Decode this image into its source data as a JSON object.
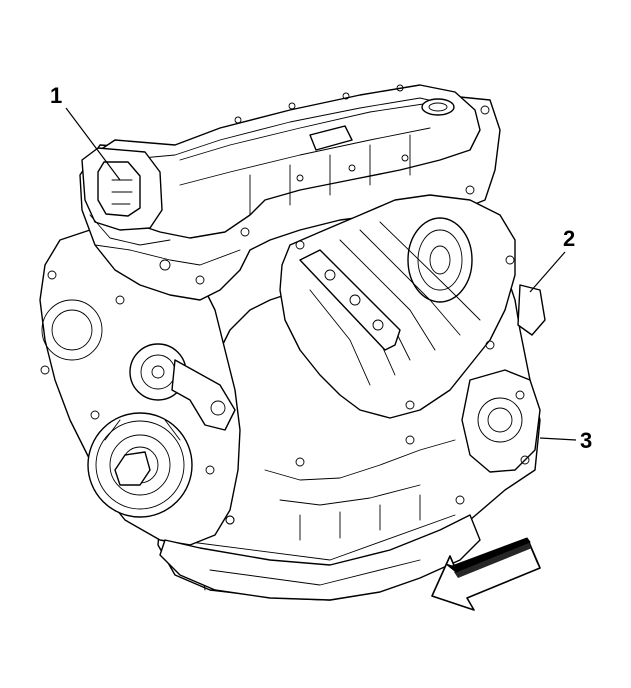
{
  "callouts": [
    {
      "id": "1",
      "label": "1"
    },
    {
      "id": "2",
      "label": "2"
    },
    {
      "id": "3",
      "label": "3"
    }
  ],
  "direction_arrow": {
    "icon": "front-direction-arrow-icon"
  },
  "line_color": "#000000",
  "background_color": "#ffffff"
}
